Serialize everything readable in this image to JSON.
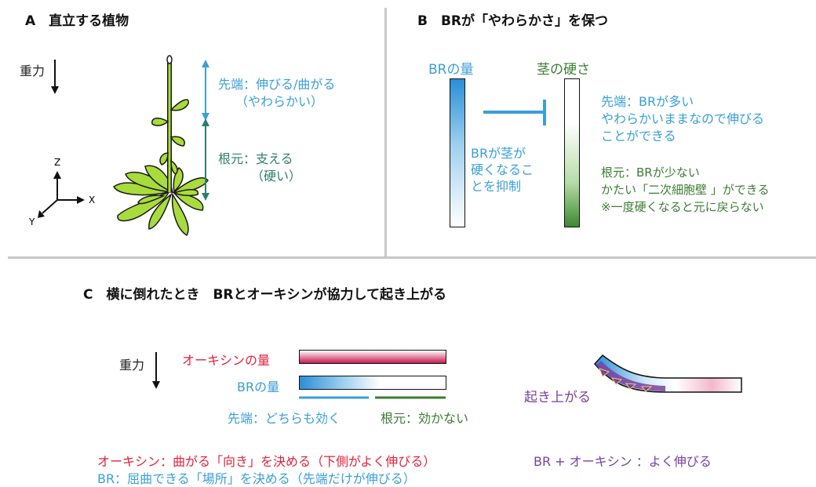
{
  "panelA": {
    "title": "A　直立する植物",
    "gravity": "重力",
    "tip_line1": "先端：伸びる/曲がる",
    "tip_line2": "（やわらかい）",
    "base_line1": "根元：支える",
    "base_line2": "（硬い）",
    "axis_z": "Z",
    "axis_x": "X",
    "axis_y": "Y"
  },
  "panelB": {
    "title": "B　BRが「やわらかさ」を保つ",
    "br_amount": "BRの量",
    "stem_hardness": "茎の硬さ",
    "inhibit_line1": "BRが茎が",
    "inhibit_line2": "硬くなるこ",
    "inhibit_line3": "とを抑制",
    "tip_line1": "先端：BRが多い",
    "tip_line2": "やわらかいままなので伸びる",
    "tip_line3": "ことができる",
    "base_line1": "根元：BRが少ない",
    "base_line2": "かたい「二次細胞壁 」ができる",
    "base_line3": "※一度硬くなると元に戻らない"
  },
  "panelC": {
    "title": "C　横に倒れたとき　BRとオーキシンが協力して起き上がる",
    "gravity": "重力",
    "auxin_amount": "オーキシンの量",
    "br_amount": "BRの量",
    "tip_label": "先端：どちらも効く",
    "base_label": "根元：効かない",
    "rise_label": "起き上がる",
    "note_auxin": "オーキシン：曲がる「向き」を決める（下側がよく伸びる）",
    "note_br": "BR：屈曲できる「場所」を決める（先端だけが伸びる）",
    "note_combo": "BR + オーキシン ：よく伸びる"
  },
  "colors": {
    "br_blue": "#3a9fd9",
    "stem_green": "#3c7d32",
    "auxin_red": "#e0243c",
    "auxin_bar": "#c8184e",
    "combo_purple": "#7b3fa0",
    "leaf_green": "#a8dc3c"
  }
}
